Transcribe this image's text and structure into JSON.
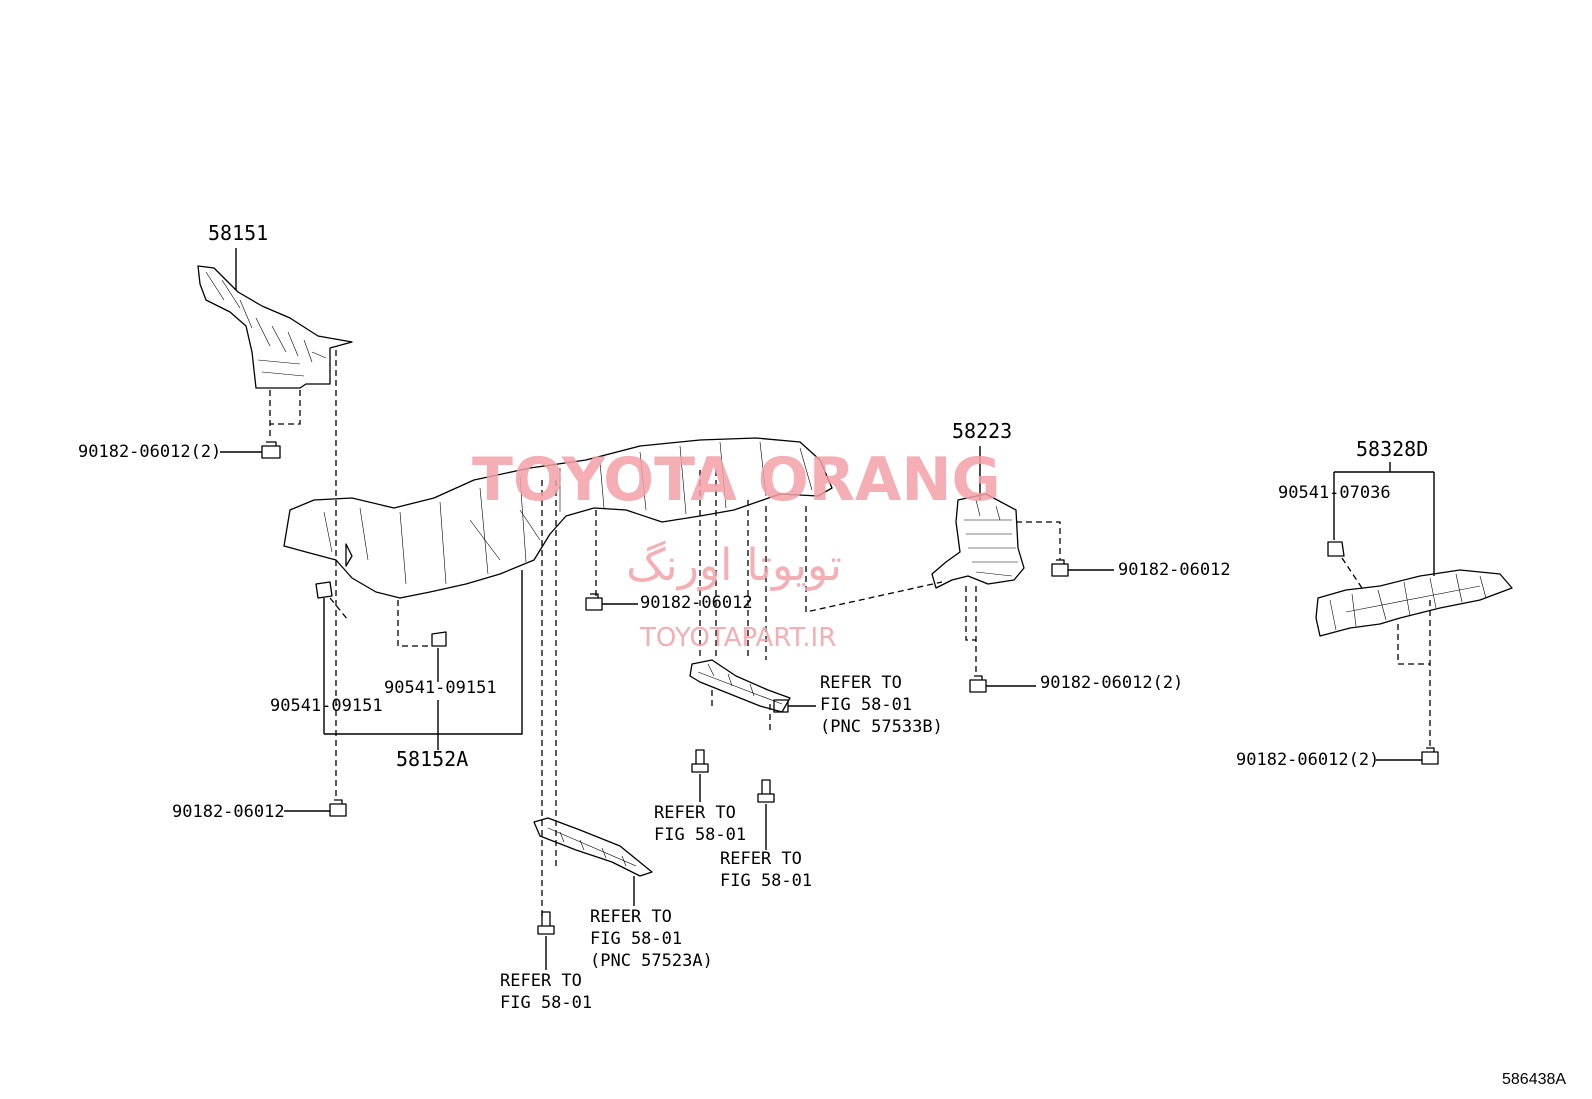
{
  "watermark": {
    "brand": "TOYOTA ORANG",
    "brand_farsi": "تویوتا اورنگ",
    "site": "TOYOTAPART.IR",
    "color": "#f4a0a6"
  },
  "diagram_code": "586438A",
  "parts": {
    "p58151": "58151",
    "p58152A": "58152A",
    "p58223": "58223",
    "p58328D": "58328D"
  },
  "fasteners": {
    "f1": "90182-06012(2)",
    "f2": "90541-09151",
    "f3": "90541-09151",
    "f4": "90182-06012",
    "f5": "90182-06012",
    "f6": "90182-06012",
    "f7": "90182-06012(2)",
    "f8": "90541-07036",
    "f9": "90182-06012(2)"
  },
  "refer": {
    "r1": [
      "REFER TO",
      "FIG 58-01",
      "(PNC 57533B)"
    ],
    "r2": [
      "REFER TO",
      "FIG 58-01"
    ],
    "r3": [
      "REFER TO",
      "FIG 58-01"
    ],
    "r4": [
      "REFER TO",
      "FIG 58-01",
      "(PNC 57523A)"
    ],
    "r5": [
      "REFER TO",
      "FIG 58-01"
    ]
  }
}
